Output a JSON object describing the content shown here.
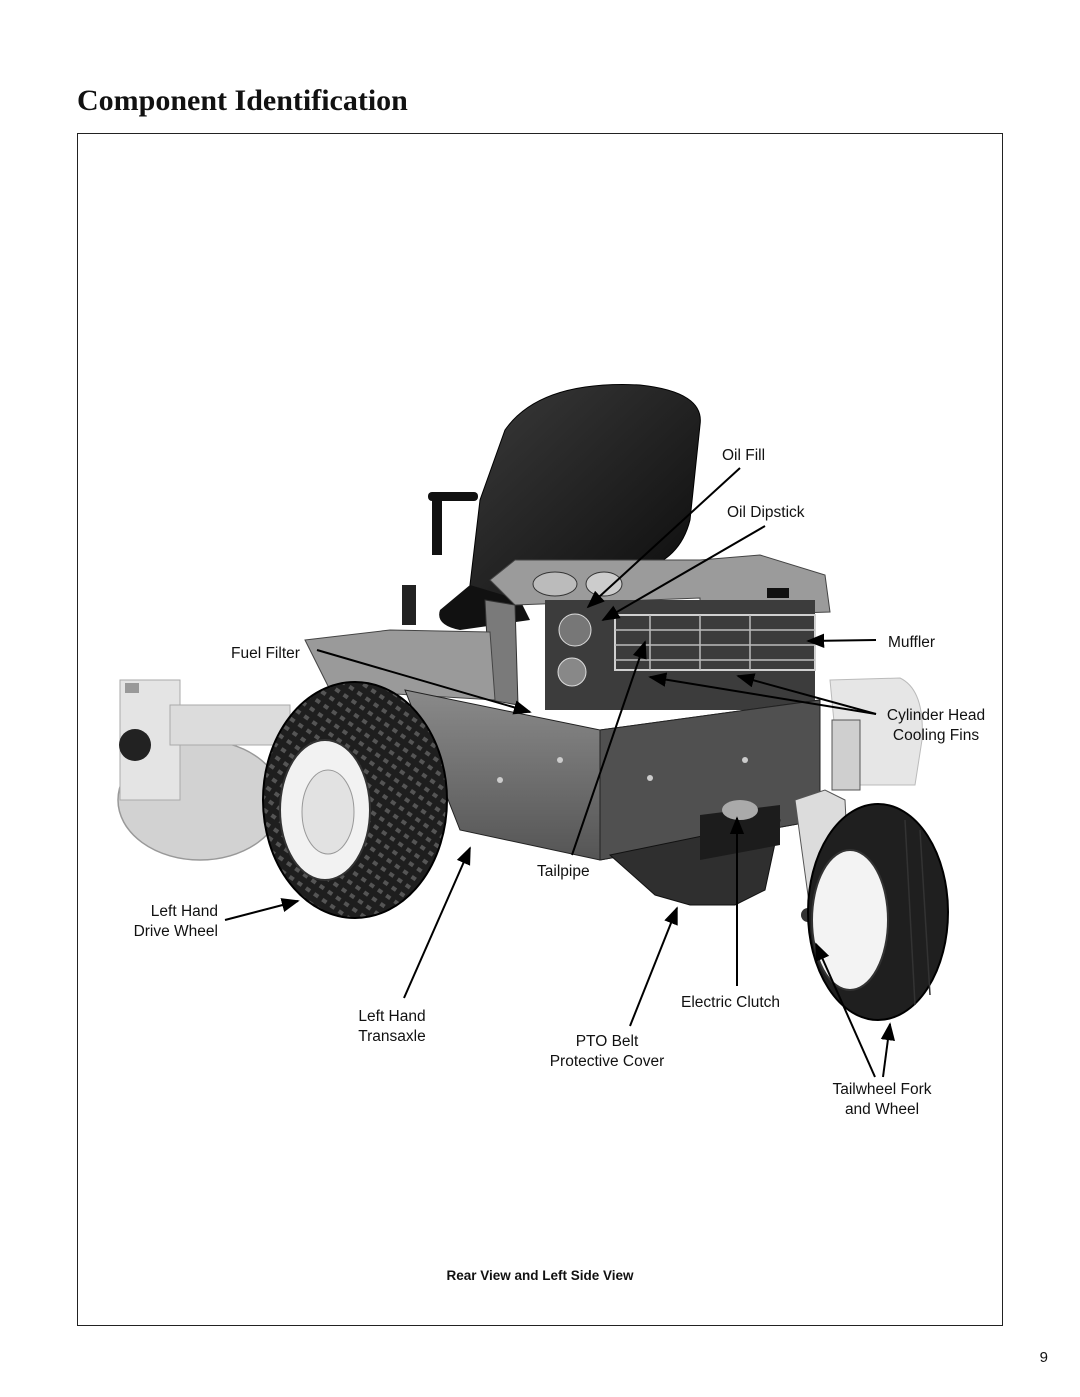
{
  "page": {
    "title": "Component Identification",
    "caption": "Rear View and Left Side View",
    "page_number": "9"
  },
  "labels": {
    "oil_fill": "Oil Fill",
    "oil_dipstick": "Oil Dipstick",
    "muffler": "Muffler",
    "fuel_filter": "Fuel Filter",
    "cylinder_head_1": "Cylinder Head",
    "cylinder_head_2": "Cooling Fins",
    "tailpipe": "Tailpipe",
    "left_drive_wheel_1": "Left Hand",
    "left_drive_wheel_2": "Drive Wheel",
    "left_transaxle_1": "Left Hand",
    "left_transaxle_2": "Transaxle",
    "electric_clutch": "Electric Clutch",
    "pto_belt_1": "PTO Belt",
    "pto_belt_2": "Protective Cover",
    "tailwheel_1": "Tailwheel Fork",
    "tailwheel_2": "and Wheel"
  }
}
